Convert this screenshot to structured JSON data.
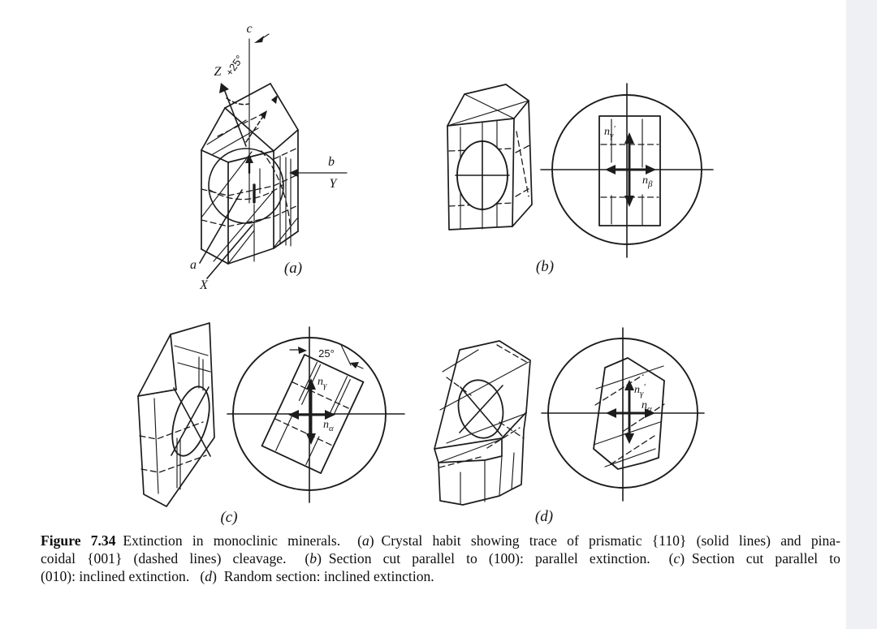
{
  "colors": {
    "ink": "#1c1c1c",
    "paper": "#ffffff",
    "right_margin": "#eff0f3"
  },
  "panel_labels": {
    "a": "(a)",
    "b": "(b)",
    "c": "(c)",
    "d": "(d)"
  },
  "axes": {
    "c": "c",
    "z": "Z",
    "b": "b",
    "y": "Y",
    "a": "a",
    "x": "X",
    "angle_a": "+25°",
    "angle_c": "25°"
  },
  "optics": {
    "n": "n",
    "gamma": "γ",
    "beta": "β",
    "alpha": "α",
    "prime": "′"
  },
  "caption": {
    "bold_label": "Figure 7.34",
    "l1_s1": " Extinction in monoclinic minerals.  (",
    "l1_a": "a",
    "l1_s2": ") Crystal habit showing trace of prismatic {110} (solid lines) and pina-",
    "l2_s1": "coidal {001} (dashed lines) cleavage.  (",
    "l2_b": "b",
    "l2_s2": ") Section cut parallel to (100): parallel extinction.  (",
    "l2_c": "c",
    "l2_s3": ") Section cut parallel to",
    "l3_s1": "(010): inclined extinction.  (",
    "l3_d": "d",
    "l3_s2": ") Random section: inclined extinction."
  }
}
